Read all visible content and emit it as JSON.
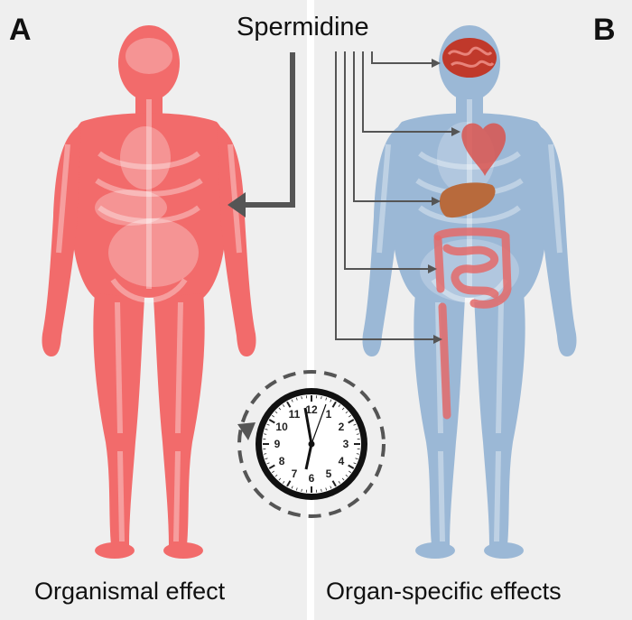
{
  "panel_a": {
    "letter": "A",
    "caption": "Organismal effect"
  },
  "panel_b": {
    "letter": "B",
    "caption": "Organ-specific effects"
  },
  "title": "Spermidine",
  "clock": {
    "numbers": [
      "12",
      "1",
      "2",
      "3",
      "4",
      "5",
      "6",
      "7",
      "8",
      "9",
      "10",
      "11"
    ]
  },
  "colors": {
    "panel_bg": "#efefef",
    "body_red": "#f26b6b",
    "body_blue": "#9bb8d6",
    "arrow": "#4a4a4a",
    "organ_brain": "#c0392b",
    "organ_liver": "#b86a3c",
    "organ_intestine": "#e46a6a"
  }
}
